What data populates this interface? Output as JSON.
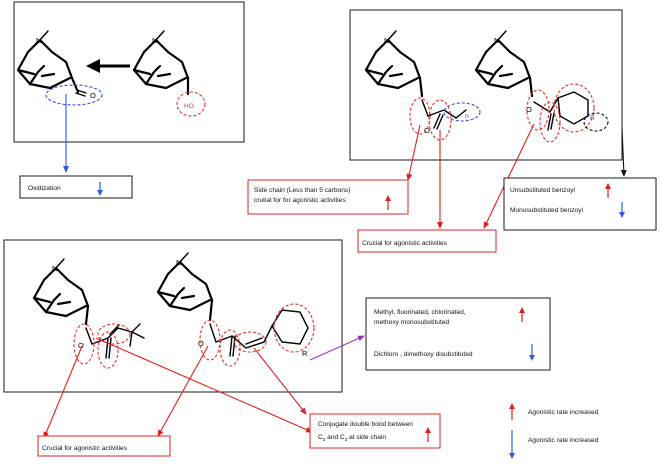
{
  "labels": {
    "oxidization": "Oxidization",
    "side_chain_line1": "Side chain (Less than 5 carbons)",
    "side_chain_line2": "crutial for for agonistic activities",
    "crucial_top": "Crucial for  agonistic activities",
    "unsubstituted": "Unsubstituted benzoyl",
    "monosubstituted": "Monosubstituted benzoyl",
    "methyl_line1": "Methyl, fluorinated, chlorinated,",
    "methyl_line2": "methoxy monosubstituted",
    "dichloro": "Dichloro , dimethoxy disubstituted",
    "crucial_bottom": "Crucial for  agonistic activities",
    "conjugate_line1": "Conjugate double bond between",
    "conjugate_line2_c": "C",
    "conjugate_line2_sub1": "2",
    "conjugate_line2_and": " and C",
    "conjugate_line2_sub2": "3",
    "conjugate_line2_end": " at side chain",
    "legend_increase": "Agonistic rate increased",
    "legend_decrease": "Agonistic rate increased"
  },
  "atoms": {
    "N": "N",
    "O": "O",
    "HO": "HO",
    "R": "R",
    "n": "n"
  },
  "colors": {
    "red": "#e02020",
    "blue": "#2b5ce6",
    "purple": "#9b30c8",
    "black": "#111111"
  }
}
